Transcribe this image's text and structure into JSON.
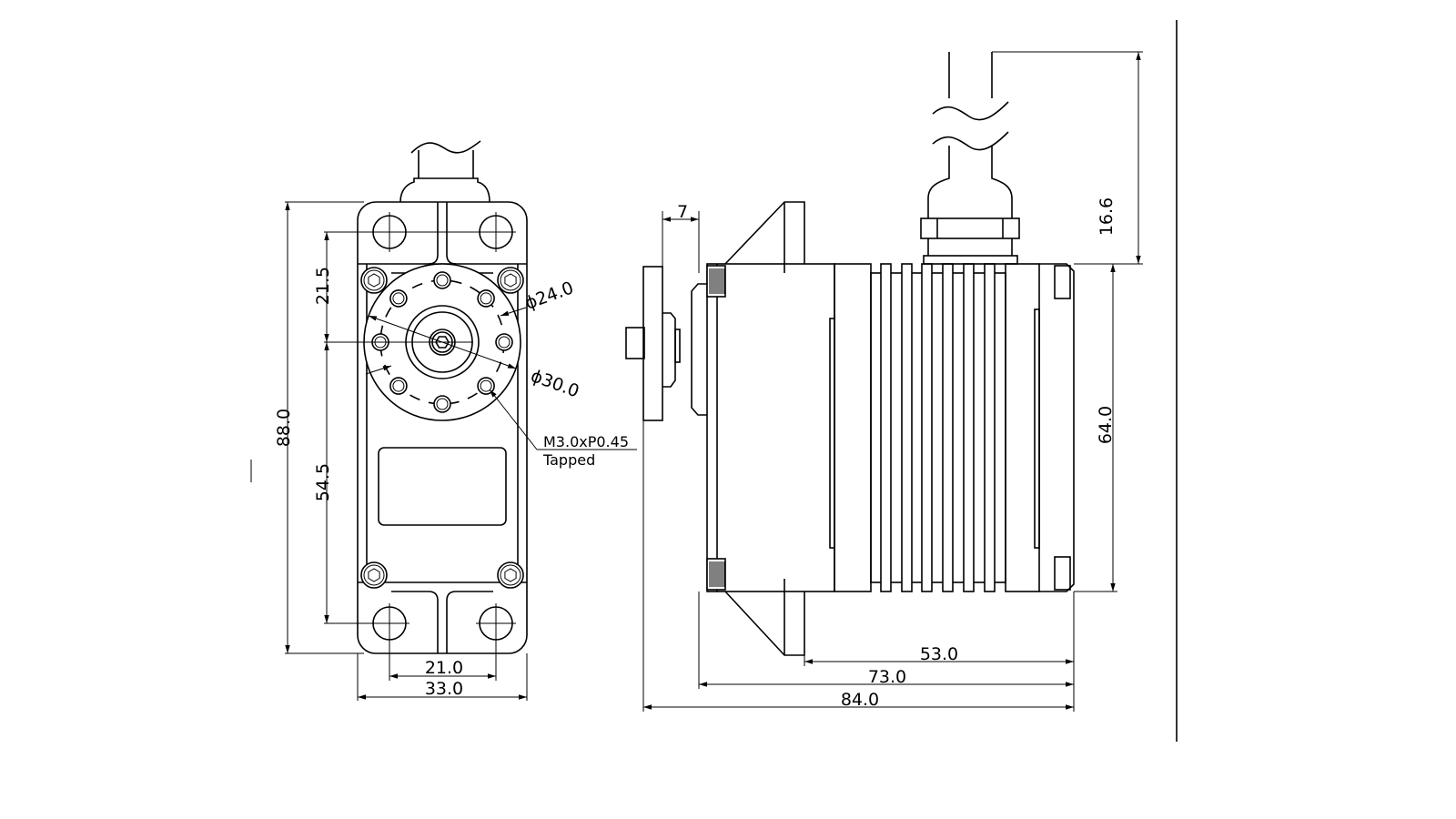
{
  "drawing": {
    "front_view": {
      "dimensions": {
        "overall_height": "88.0",
        "upper_hole_to_shaft": "21.5",
        "shaft_to_lower_hole": "54.5",
        "hole_spacing": "21.0",
        "overall_width": "33.0",
        "horn_hole_circle": "ϕ24.0",
        "horn_diameter": "ϕ30.0"
      },
      "note": {
        "thread": "M3.0xP0.45",
        "type": "Tapped"
      }
    },
    "side_view": {
      "dimensions": {
        "horn_offset": "7",
        "cable_height": "16.6",
        "body_height": "64.0",
        "flange_to_back": "53.0",
        "body_length": "73.0",
        "overall_length": "84.0"
      }
    },
    "line_color": "#000000",
    "background_color": "#ffffff"
  }
}
